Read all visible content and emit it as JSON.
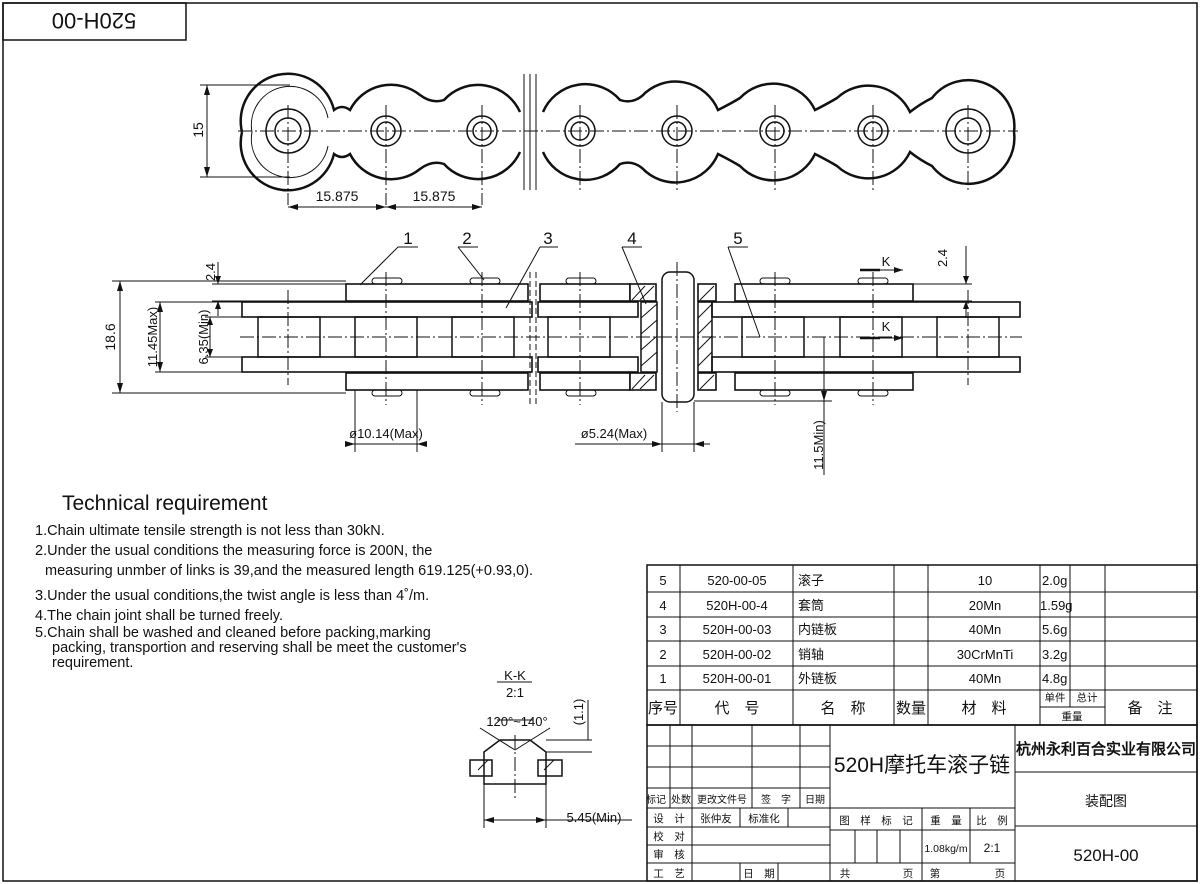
{
  "drawing_number_top": "520H-00",
  "dimensions": {
    "height_15": "15",
    "pitch_1": "15.875",
    "pitch_2": "15.875",
    "height_18_6": "18.6",
    "inner_width_max": "11.45Max)",
    "roller_width_min": "6.35(Min)",
    "plate_thick_1": "2.4",
    "plate_thick_2": "2.4",
    "roller_dia": "ø10.14(Max)",
    "pin_dia": "ø5.24(Max)",
    "pin_len": "11.5Min)",
    "section_k": "K",
    "section_k2": "K"
  },
  "callouts": [
    "1",
    "2",
    "3",
    "4",
    "5"
  ],
  "section": {
    "title": "K-K",
    "scale": "2:1",
    "angle": "120°~140°",
    "ref": "(1.1)",
    "min_dim": "5.45(Min)"
  },
  "requirements": {
    "heading": "Technical requirement",
    "items": [
      "1.Chain ultimate tensile strength is not less than 30kN.",
      "2.Under the usual conditions the measuring force is 200N,   the",
      "measuring unmber of links is 39,and the measured length 619.125(+0.93,0).",
      "3.Under the usual conditions,the twist angle is less than 4˚/m.",
      "4.The chain joint shall be turned freely.",
      "5.Chain shall be washed and cleaned before packing,marking",
      "packing, transportion and reserving shall be meet the customer's",
      "requirement."
    ]
  },
  "bom": {
    "rows": [
      {
        "no": "5",
        "code": "520-00-05",
        "name": "滚子",
        "qty": "",
        "material": "10",
        "weight": "2.0g"
      },
      {
        "no": "4",
        "code": "520H-00-4",
        "name": "套筒",
        "qty": "",
        "material": "20Mn",
        "weight": "1.59g"
      },
      {
        "no": "3",
        "code": "520H-00-03",
        "name": "内链板",
        "qty": "",
        "material": "40Mn",
        "weight": "5.6g"
      },
      {
        "no": "2",
        "code": "520H-00-02",
        "name": "销轴",
        "qty": "",
        "material": "30CrMnTi",
        "weight": "3.2g"
      },
      {
        "no": "1",
        "code": "520H-00-01",
        "name": "外链板",
        "qty": "",
        "material": "40Mn",
        "weight": "4.8g"
      }
    ],
    "header": {
      "no": "序号",
      "code": "代　号",
      "name": "名　称",
      "qty": "数量",
      "material": "材　料",
      "unit": "单件",
      "total": "总计",
      "weight": "重量",
      "remark": "备　注"
    }
  },
  "title_block": {
    "product": "520H摩托车滚子链",
    "company": "杭州永利百合实业有限公司",
    "doc_type": "装配图",
    "drawing_no": "520H-00",
    "change_labels": [
      "标记",
      "处数",
      "更改文件号",
      "签　字",
      "日期"
    ],
    "design_label": "设　计",
    "designer": "张仲友",
    "std_label": "标准化",
    "check_label": "校　对",
    "review_label": "审　核",
    "process_label": "工　艺",
    "date_label": "日　期",
    "stage_label": "图　样　标　记",
    "weight_label": "重　量",
    "scale_label": "比　例",
    "weight_value": "1.08kg/m",
    "scale_value": "2:1",
    "total_label": "共",
    "sheet_label": "页",
    "page_label": "第",
    "page_label2": "页"
  }
}
